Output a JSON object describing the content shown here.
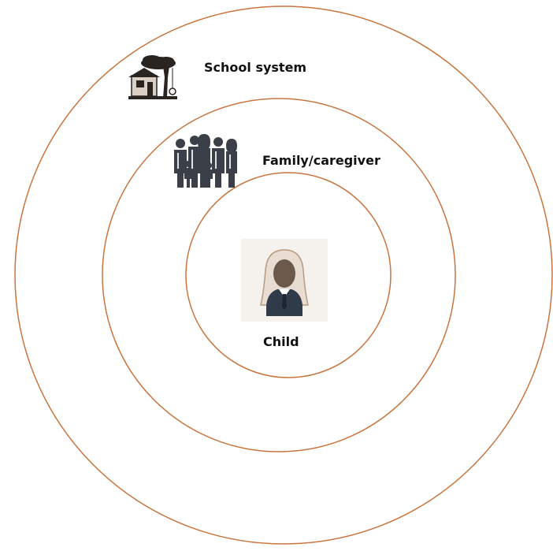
{
  "diagram": {
    "ring_color": "#c8753f",
    "layers": [
      {
        "label": "School system",
        "icon": "school-tree-icon"
      },
      {
        "label": "Family/caregiver",
        "icon": "family-icon"
      },
      {
        "label": "Child",
        "icon": "child-icon"
      }
    ]
  }
}
